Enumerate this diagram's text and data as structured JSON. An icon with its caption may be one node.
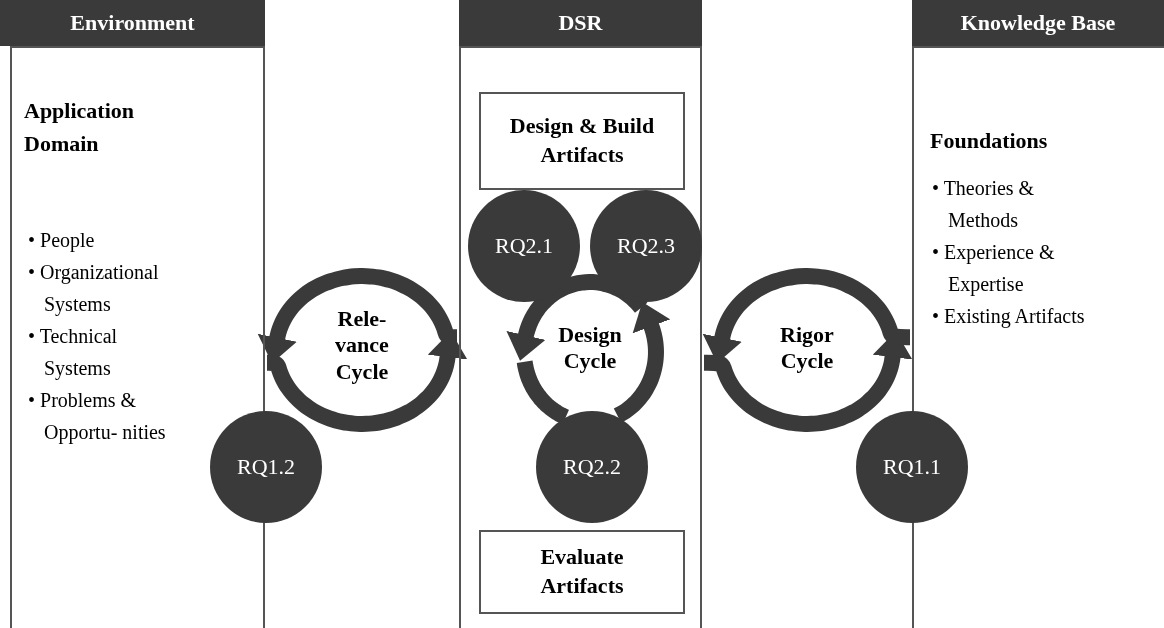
{
  "diagram": {
    "nodes": [
      {
        "text": [
          "Environment"
        ]
      },
      {
        "text": [
          "Application Domain",
          "• People",
          "• Organizational Systems",
          "• Technical Systems",
          "• Problems & Opportu- nities"
        ]
      },
      {
        "text": [
          "RQ1.2"
        ]
      },
      {
        "text": [
          "DSR"
        ]
      },
      {
        "text": [],
        "shape": "box"
      },
      {
        "text": [
          "Design & Build Artifacts"
        ],
        "in": 4
      },
      {
        "text": [
          "RQ2.1"
        ],
        "in": 4
      },
      {
        "text": [
          "RQ2.3"
        ],
        "in": 4
      },
      {
        "text": [
          "RQ2.2"
        ],
        "in": 4
      },
      {
        "text": [
          "Evaluate Artifacts"
        ],
        "in": 4
      },
      {
        "text": [
          "Knowledge Base"
        ]
      },
      {
        "text": [
          "Foundations",
          "• Theories & Methods",
          "• Experience & Expertise",
          "• Existing Artifacts"
        ]
      },
      {
        "text": [
          "RQ1.1"
        ]
      }
    ],
    "edges": [
      {
        "from": 4,
        "to": 1,
        "arrow": "to"
      },
      {
        "from": 1,
        "to": 4,
        "arrow": "to"
      },
      {
        "from": 7,
        "to": 6,
        "arrow": "to"
      },
      {
        "from": null,
        "to": 8,
        "arrow": "none"
      },
      {
        "from": 8,
        "to": 7,
        "arrow": "to"
      },
      {
        "from": 11,
        "to": 4,
        "arrow": "to"
      },
      {
        "from": 4,
        "to": 11,
        "arrow": "to"
      }
    ],
    "labels": [
      "Rele- vance Cycle",
      "Design Cycle",
      "Rigor Cycle"
    ]
  }
}
